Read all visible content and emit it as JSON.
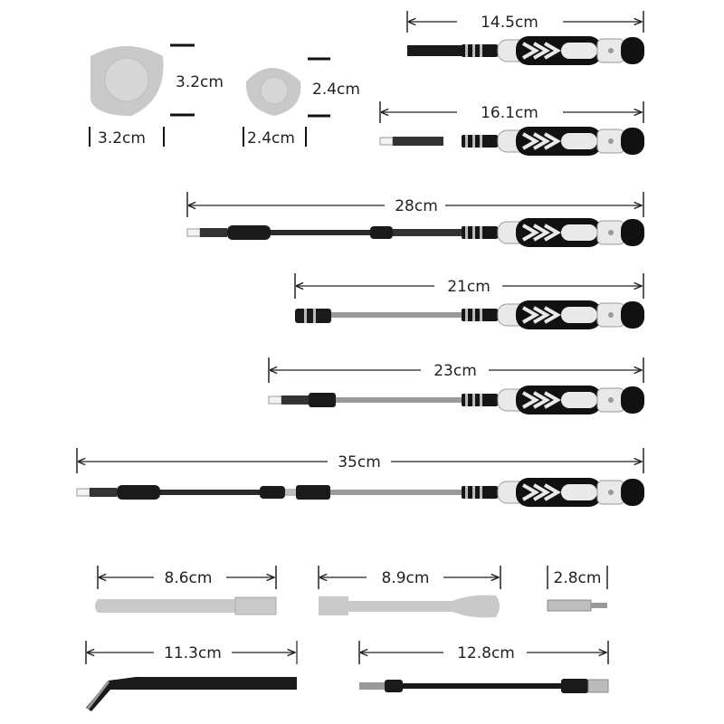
{
  "colors": {
    "handle_black": "#111111",
    "handle_white": "#e9e9e9",
    "pick_grey": "#c9c9c9",
    "shaft_grey": "#9a9a9a",
    "line": "#222222"
  },
  "picks": [
    {
      "name": "large-triangle-pick",
      "height_label": "3.2cm",
      "width_label": "3.2cm"
    },
    {
      "name": "small-triangle-pick",
      "height_label": "2.4cm",
      "width_label": "2.4cm"
    }
  ],
  "screwdrivers": [
    {
      "name": "screwdriver-14-5",
      "length_label": "14.5cm",
      "tip": "short"
    },
    {
      "name": "screwdriver-16-1",
      "length_label": "16.1cm",
      "tip": "slot"
    },
    {
      "name": "screwdriver-28",
      "length_label": "28cm",
      "tip": "flex"
    },
    {
      "name": "screwdriver-21",
      "length_label": "21cm",
      "tip": "socket"
    },
    {
      "name": "screwdriver-23",
      "length_label": "23cm",
      "tip": "slot"
    },
    {
      "name": "screwdriver-35",
      "length_label": "35cm",
      "tip": "flex-long"
    }
  ],
  "tools": [
    {
      "name": "pry-bar-straight",
      "length_label": "8.6cm"
    },
    {
      "name": "pry-spudger-wide",
      "length_label": "8.9cm"
    },
    {
      "name": "bit",
      "length_label": "2.8cm"
    },
    {
      "name": "tweezers",
      "length_label": "11.3cm"
    },
    {
      "name": "flex-extension",
      "length_label": "12.8cm"
    }
  ]
}
